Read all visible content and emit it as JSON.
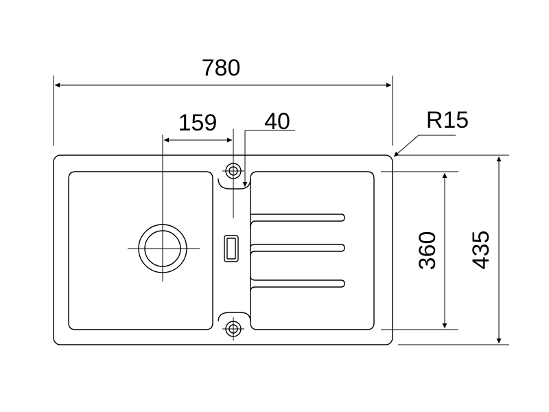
{
  "diagram": {
    "dimensions": {
      "overall_width": "780",
      "bowl_center_offset": "159",
      "divider_width": "40",
      "corner_radius": "R15",
      "bowl_depth": "360",
      "overall_depth": "435"
    },
    "icons": [
      "drain-icon",
      "tap-hole-icon",
      "overflow-icon"
    ]
  }
}
